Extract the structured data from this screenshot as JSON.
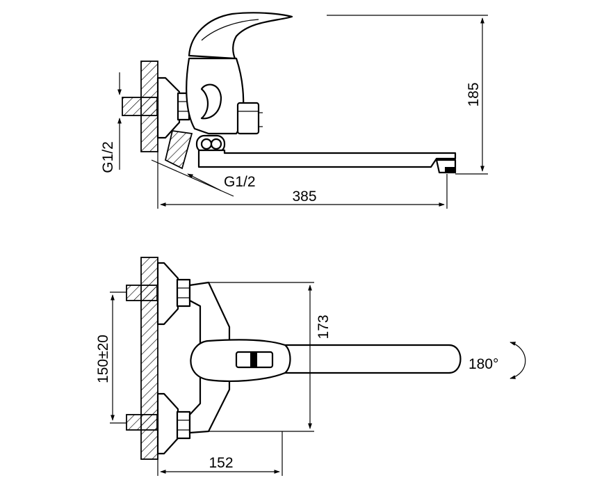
{
  "top_view": {
    "dim_length": "385",
    "dim_height": "185",
    "thread_left": "G1/2",
    "thread_right": "G1/2"
  },
  "bottom_view": {
    "dim_spacing": "150±20",
    "dim_height": "173",
    "dim_width": "152",
    "rotation": "180°"
  }
}
